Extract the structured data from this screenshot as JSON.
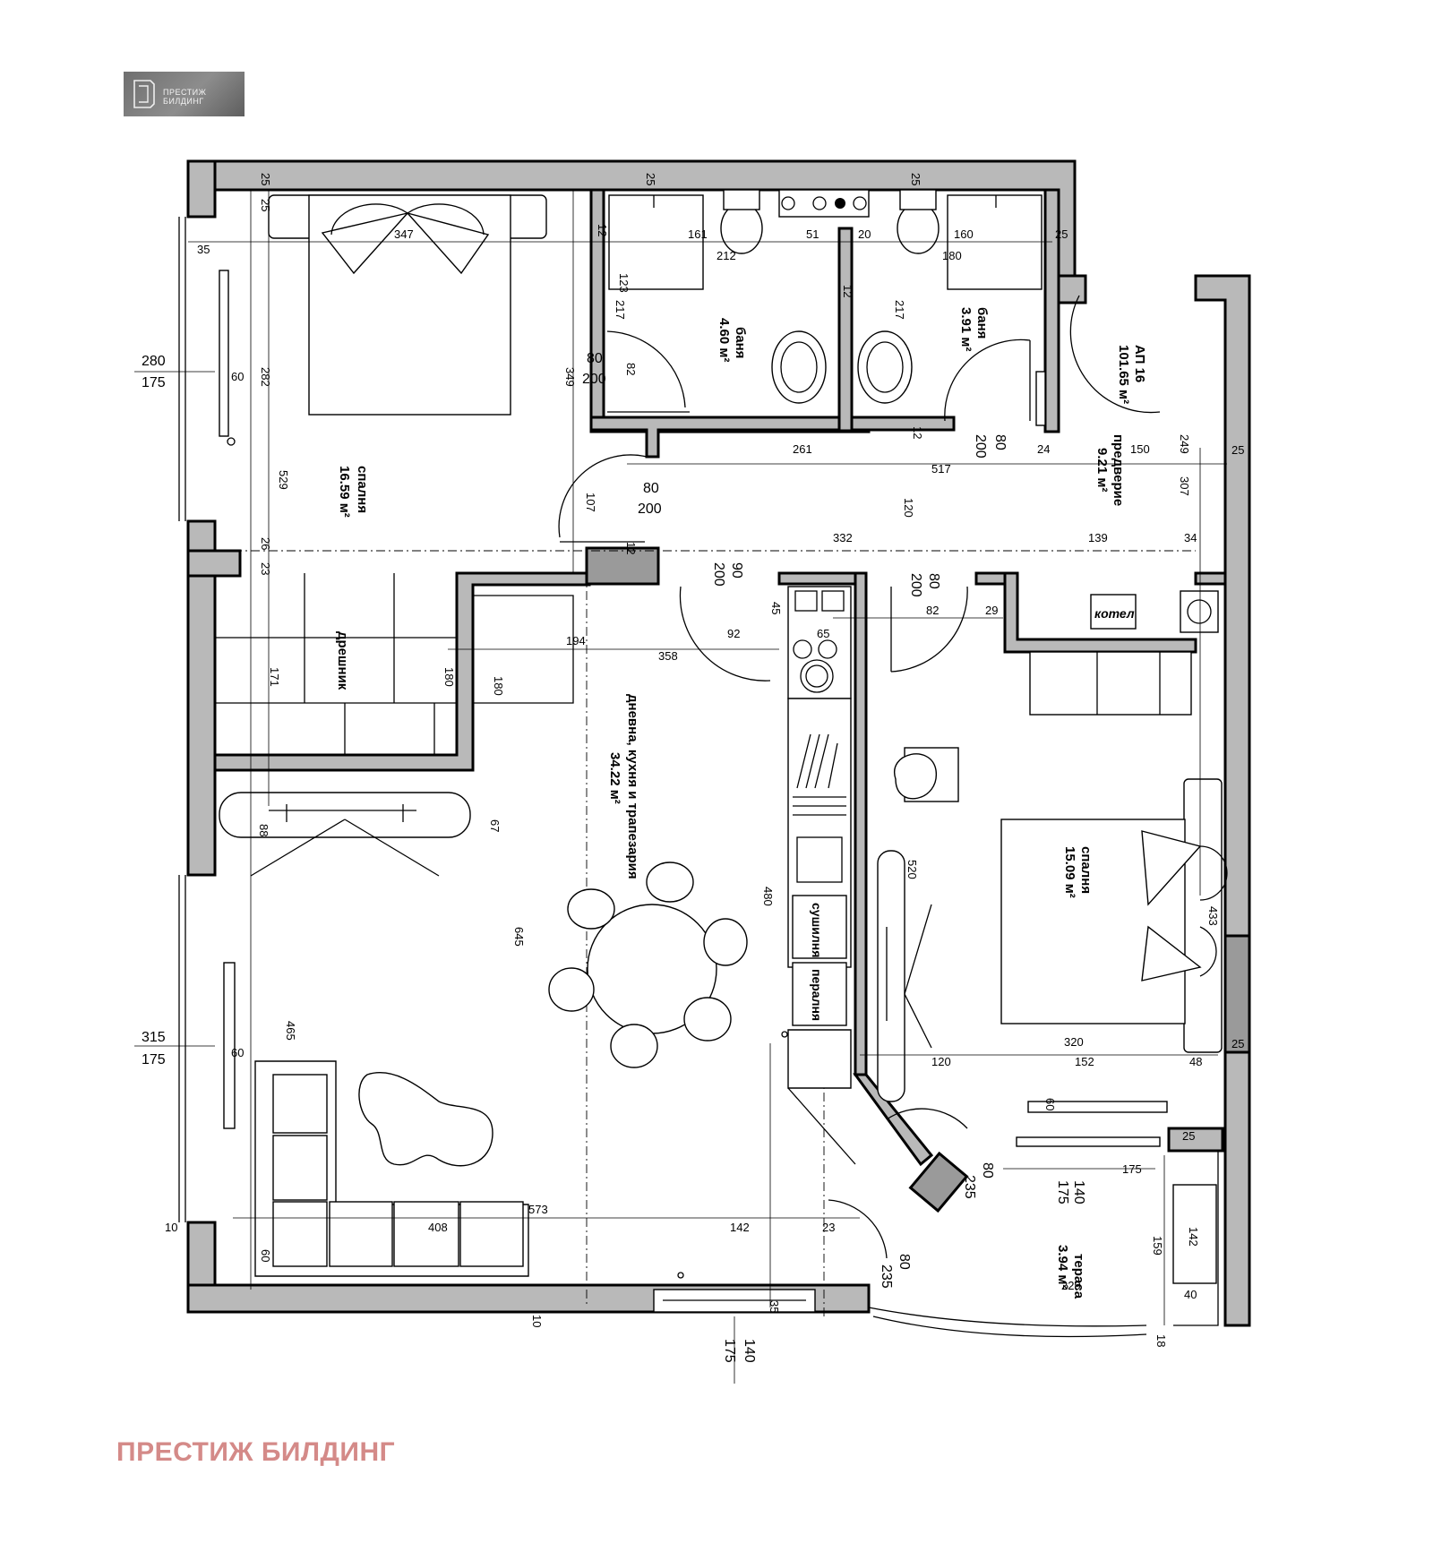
{
  "logo": {
    "text": "ПРЕСТИЖ БИЛДИНГ"
  },
  "footer": {
    "brand": "ПРЕСТИЖ БИЛДИНГ"
  },
  "apartment": {
    "label": "АП 16",
    "area": "101.65 м²"
  },
  "rooms": {
    "bedroom1": {
      "name": "спалня",
      "area": "16.59 м²"
    },
    "wardrobe": {
      "name": "дрешник"
    },
    "bath1": {
      "name": "баня",
      "area": "4.60 м²"
    },
    "bath2": {
      "name": "баня",
      "area": "3.91 м²"
    },
    "hall": {
      "name": "предверие",
      "area": "9.21 м²"
    },
    "living": {
      "name": "дневна, кухня и трапезария",
      "area": "34.22 м²"
    },
    "bedroom2": {
      "name": "спалня",
      "area": "15.09 м²"
    },
    "terrace": {
      "name": "тераса",
      "area": "3.94 м²"
    }
  },
  "appliances": {
    "dryer": "сушилня",
    "washer": "пералня",
    "boiler": "котел"
  },
  "openings": {
    "win1": {
      "top": "280",
      "bottom": "175"
    },
    "win2": {
      "top": "315",
      "bottom": "175"
    },
    "door_wc": {
      "top": "80",
      "bottom": "200"
    },
    "door_bed1": {
      "top": "80",
      "bottom": "200"
    },
    "door_bath2": {
      "top": "80",
      "bottom": "200"
    },
    "door_k1": {
      "top": "90",
      "bottom": "200"
    },
    "door_k2": {
      "top": "80",
      "bottom": "200"
    },
    "door_ter1": {
      "top": "80",
      "bottom": "235"
    },
    "door_ter2": {
      "top": "80",
      "bottom": "235"
    },
    "win_bot": {
      "top": "140",
      "bottom": "175"
    },
    "win_ter": {
      "top": "140",
      "bottom": "175"
    }
  },
  "dims": {
    "d25a": "25",
    "d25b": "25",
    "d25c": "25",
    "d25d": "25",
    "d25e": "25",
    "d25f": "25",
    "d25g": "25",
    "d25h": "25",
    "d35": "35",
    "d347": "347",
    "d282": "282",
    "d529": "529",
    "d349": "349",
    "d60a": "60",
    "d60b": "60",
    "d161": "161",
    "d212": "212",
    "d51": "51",
    "d20": "20",
    "d160": "160",
    "d180a": "180",
    "d123": "123",
    "d217a": "217",
    "d217b": "217",
    "d12a": "12",
    "d12b": "12",
    "d12c": "12",
    "d12d": "12",
    "d82a": "82",
    "d261": "261",
    "d517": "517",
    "d24": "24",
    "d150": "150",
    "d249": "249",
    "d307": "307",
    "d107": "107",
    "d120a": "120",
    "d332": "332",
    "d139": "139",
    "d34": "34",
    "d26": "26",
    "d23a": "23",
    "d194": "194",
    "d358": "358",
    "d92": "92",
    "d45": "45",
    "d65": "65",
    "d82b": "82",
    "d29": "29",
    "d180b": "180",
    "d180c": "180",
    "d171": "171",
    "d88": "88",
    "d67": "67",
    "d645": "645",
    "d480": "480",
    "d520": "520",
    "d433": "433",
    "d320": "320",
    "d120b": "120",
    "d152": "152",
    "d48": "48",
    "d465": "465",
    "d573": "573",
    "d408": "408",
    "d142a": "142",
    "d23b": "23",
    "d10a": "10",
    "d175": "175",
    "d159": "159",
    "d229": "229",
    "d40": "40",
    "d142b": "142",
    "d18": "18",
    "d35b": "35",
    "d10b": "10",
    "d60c": "60",
    "d60d": "60"
  }
}
